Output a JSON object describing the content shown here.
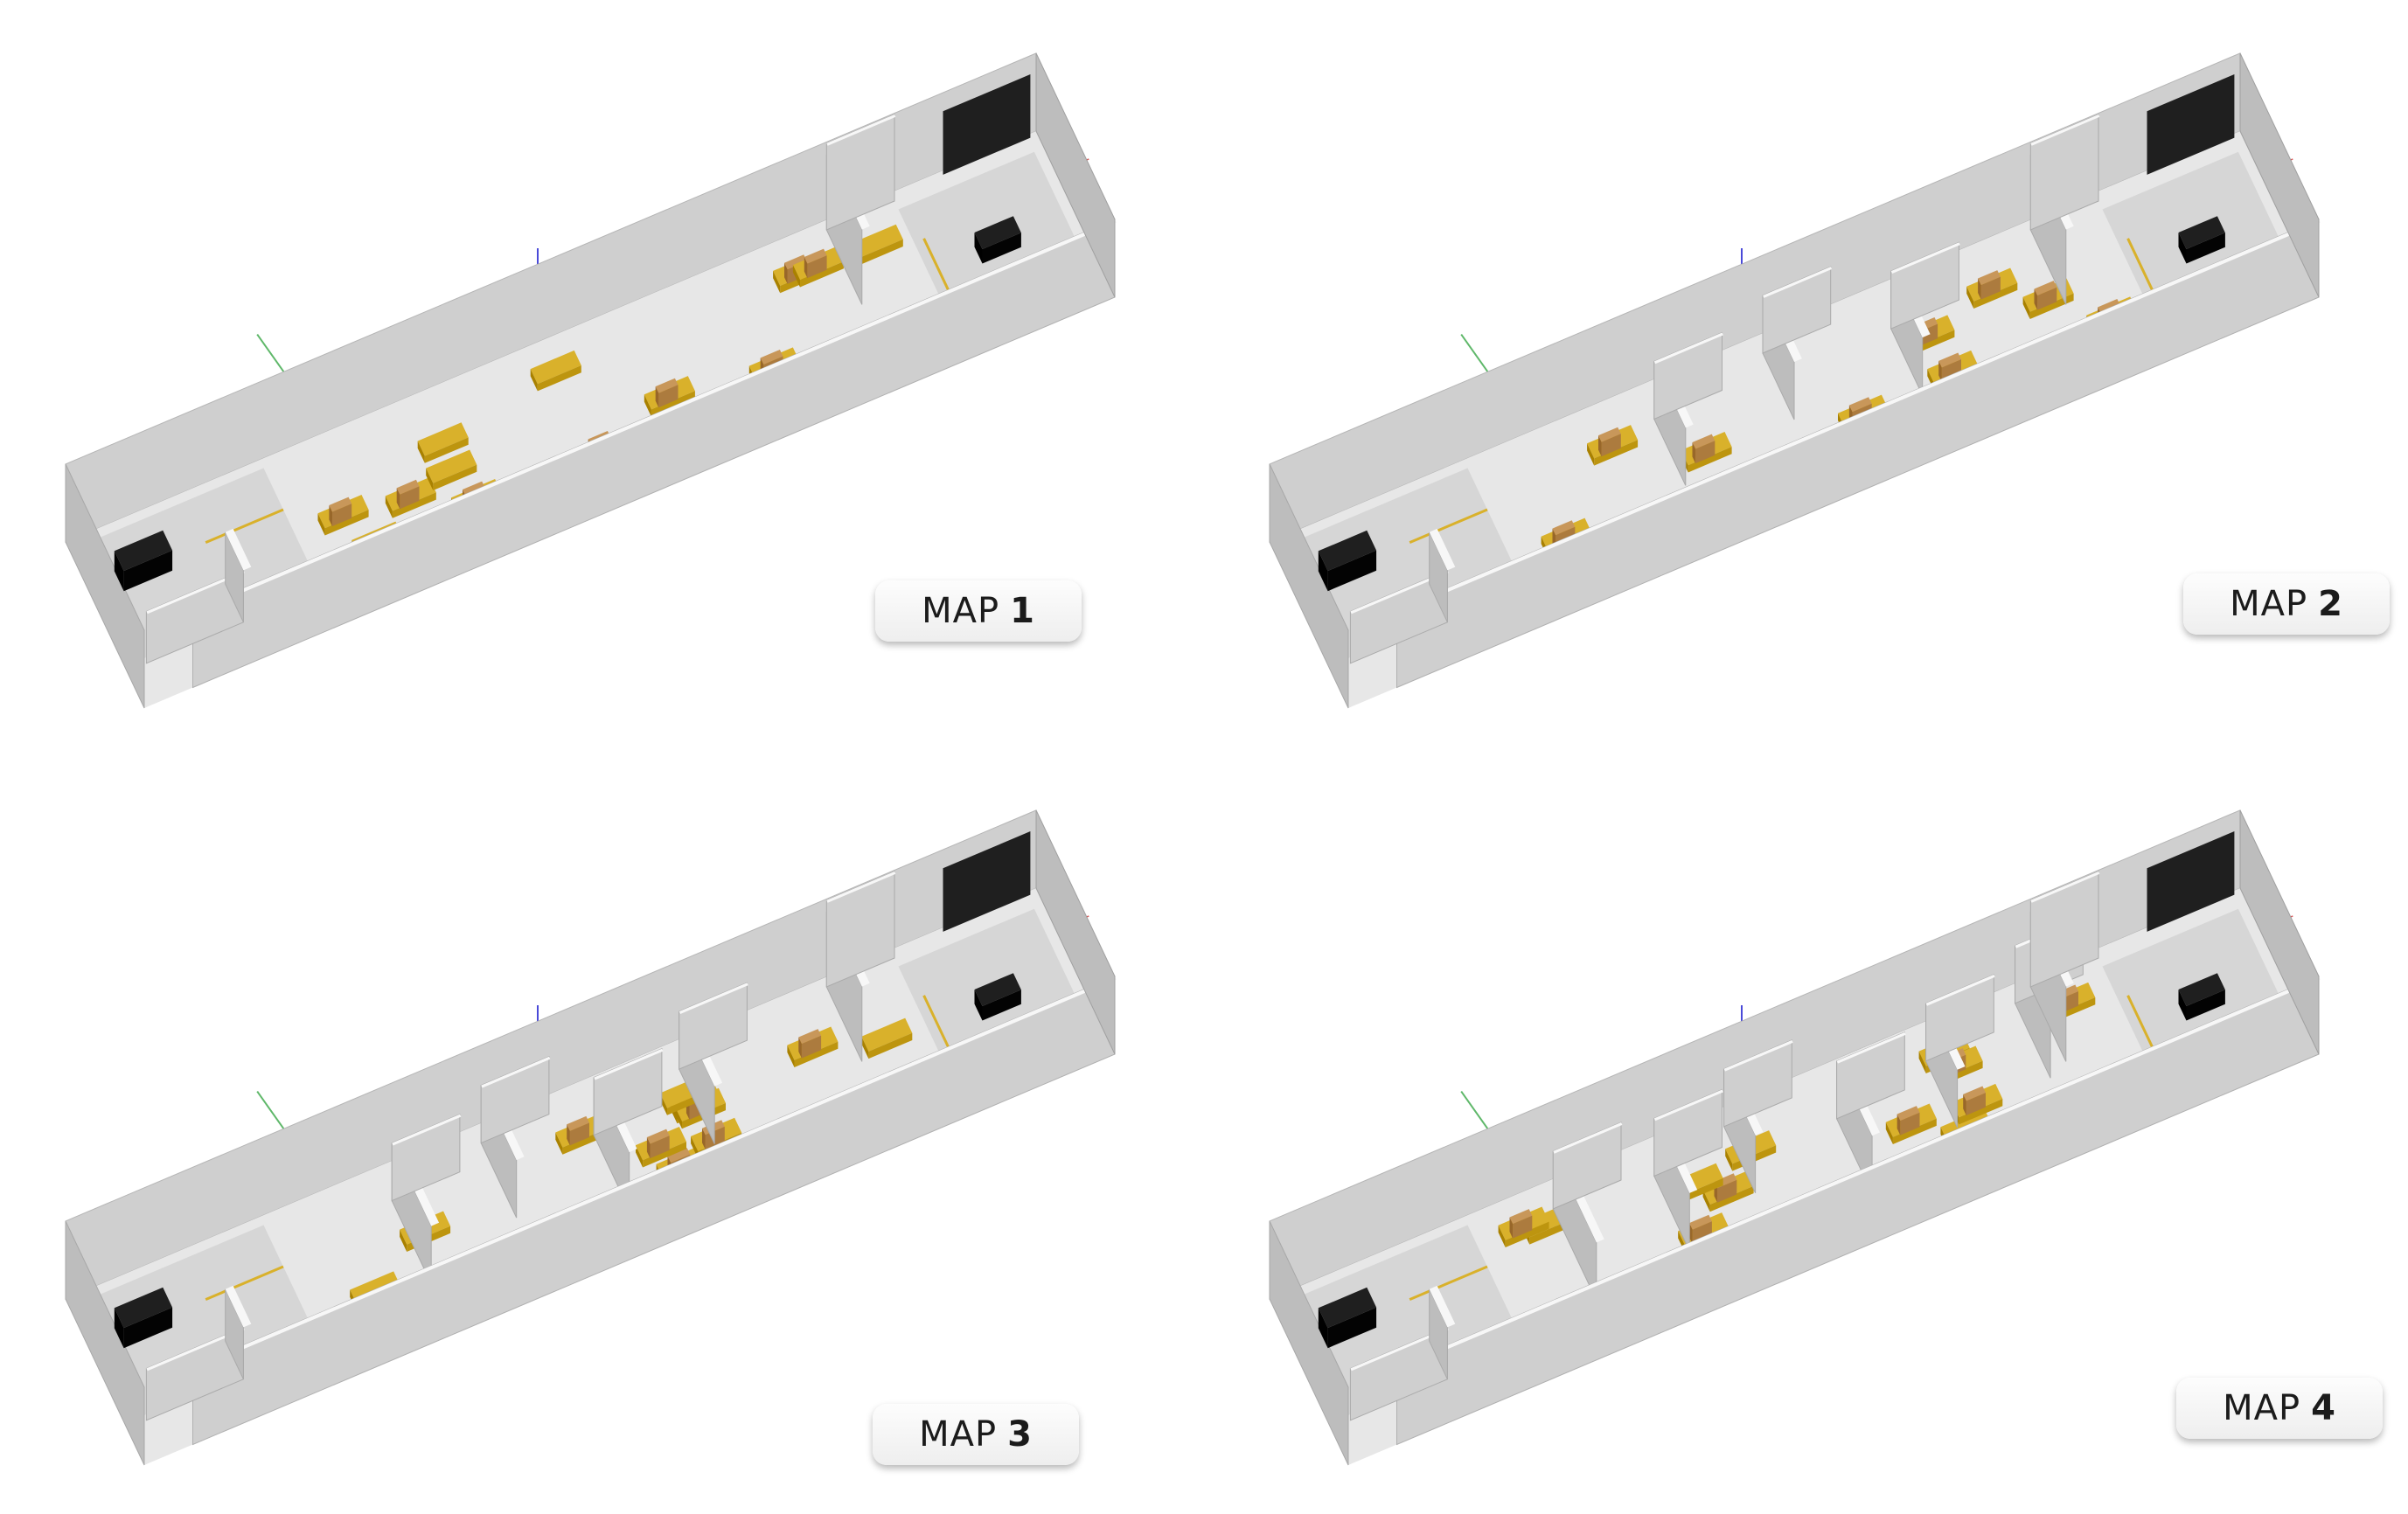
{
  "maps": [
    {
      "word": "MAP",
      "number": "1",
      "variant": 1
    },
    {
      "word": "MAP",
      "number": "2",
      "variant": 2
    },
    {
      "word": "MAP",
      "number": "3",
      "variant": 3
    },
    {
      "word": "MAP",
      "number": "4",
      "variant": 4
    }
  ],
  "colors": {
    "wall_face": "#cfcfcf",
    "wall_side": "#bdbdbd",
    "wall_top": "#f7f7f7",
    "floor": "#e7e7e7",
    "floor_dark": "#d6d6d6",
    "pallet": "#d9b12b",
    "box": "#c8975a",
    "dark_block": "#1f1f1f",
    "axis_green": "#5fb86a",
    "axis_blue": "#4a4ad8",
    "axis_red": "#d85a5a"
  }
}
